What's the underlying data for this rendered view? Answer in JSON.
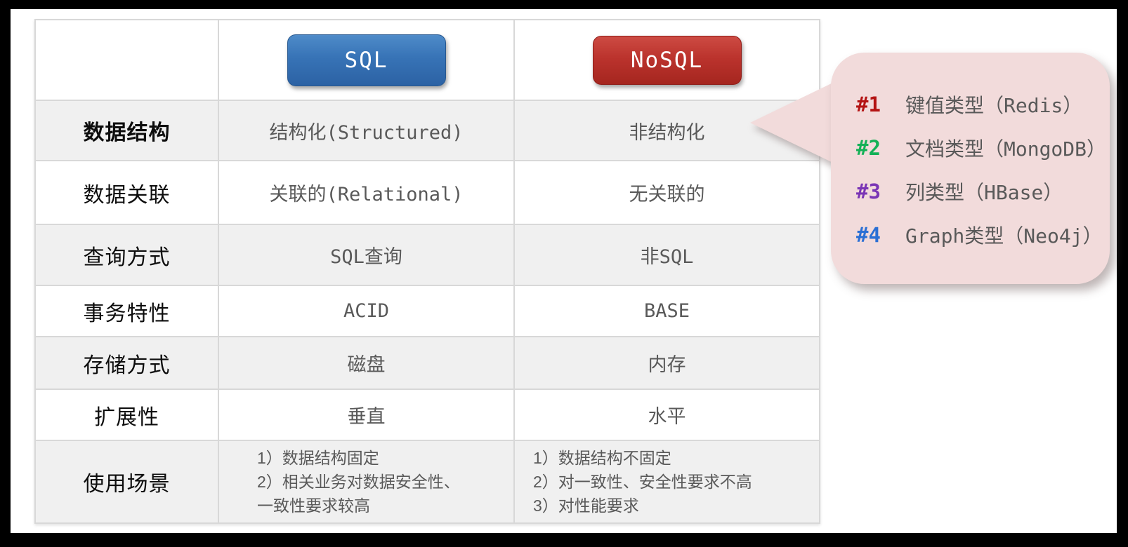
{
  "table": {
    "header": {
      "corner": "",
      "sql_label": "SQL",
      "nosql_label": "NoSQL"
    },
    "rows": [
      {
        "label": "数据结构",
        "sql": "结构化(Structured)",
        "nosql": "非结构化"
      },
      {
        "label": "数据关联",
        "sql": "关联的(Relational)",
        "nosql": "无关联的"
      },
      {
        "label": "查询方式",
        "sql": "SQL查询",
        "nosql": "非SQL"
      },
      {
        "label": "事务特性",
        "sql": "ACID",
        "nosql": "BASE"
      },
      {
        "label": "存储方式",
        "sql": "磁盘",
        "nosql": "内存"
      },
      {
        "label": "扩展性",
        "sql": "垂直",
        "nosql": "水平"
      },
      {
        "label": "使用场景",
        "sql_lines": [
          "1）数据结构固定",
          "2）相关业务对数据安全性、",
          "一致性要求较高"
        ],
        "nosql_lines": [
          "1）数据结构不固定",
          "2）对一致性、安全性要求不高",
          "3）对性能要求"
        ]
      }
    ]
  },
  "callout": {
    "items": [
      {
        "marker": "#1",
        "marker_color": "#b41414",
        "text": "键值类型（Redis）"
      },
      {
        "marker": "#2",
        "marker_color": "#14b157",
        "text": "文档类型（MongoDB）"
      },
      {
        "marker": "#3",
        "marker_color": "#7a35b5",
        "text": "列类型（HBase）"
      },
      {
        "marker": "#4",
        "marker_color": "#2b6fd4",
        "text": "Graph类型（Neo4j）"
      }
    ]
  },
  "colors": {
    "sql_badge": "#3773b6",
    "nosql_badge": "#bb332d",
    "callout_bg": "#f2dbdb",
    "row_shaded": "#f0f0f0",
    "grid_line": "#d8d8d8",
    "value_text": "#595959"
  }
}
